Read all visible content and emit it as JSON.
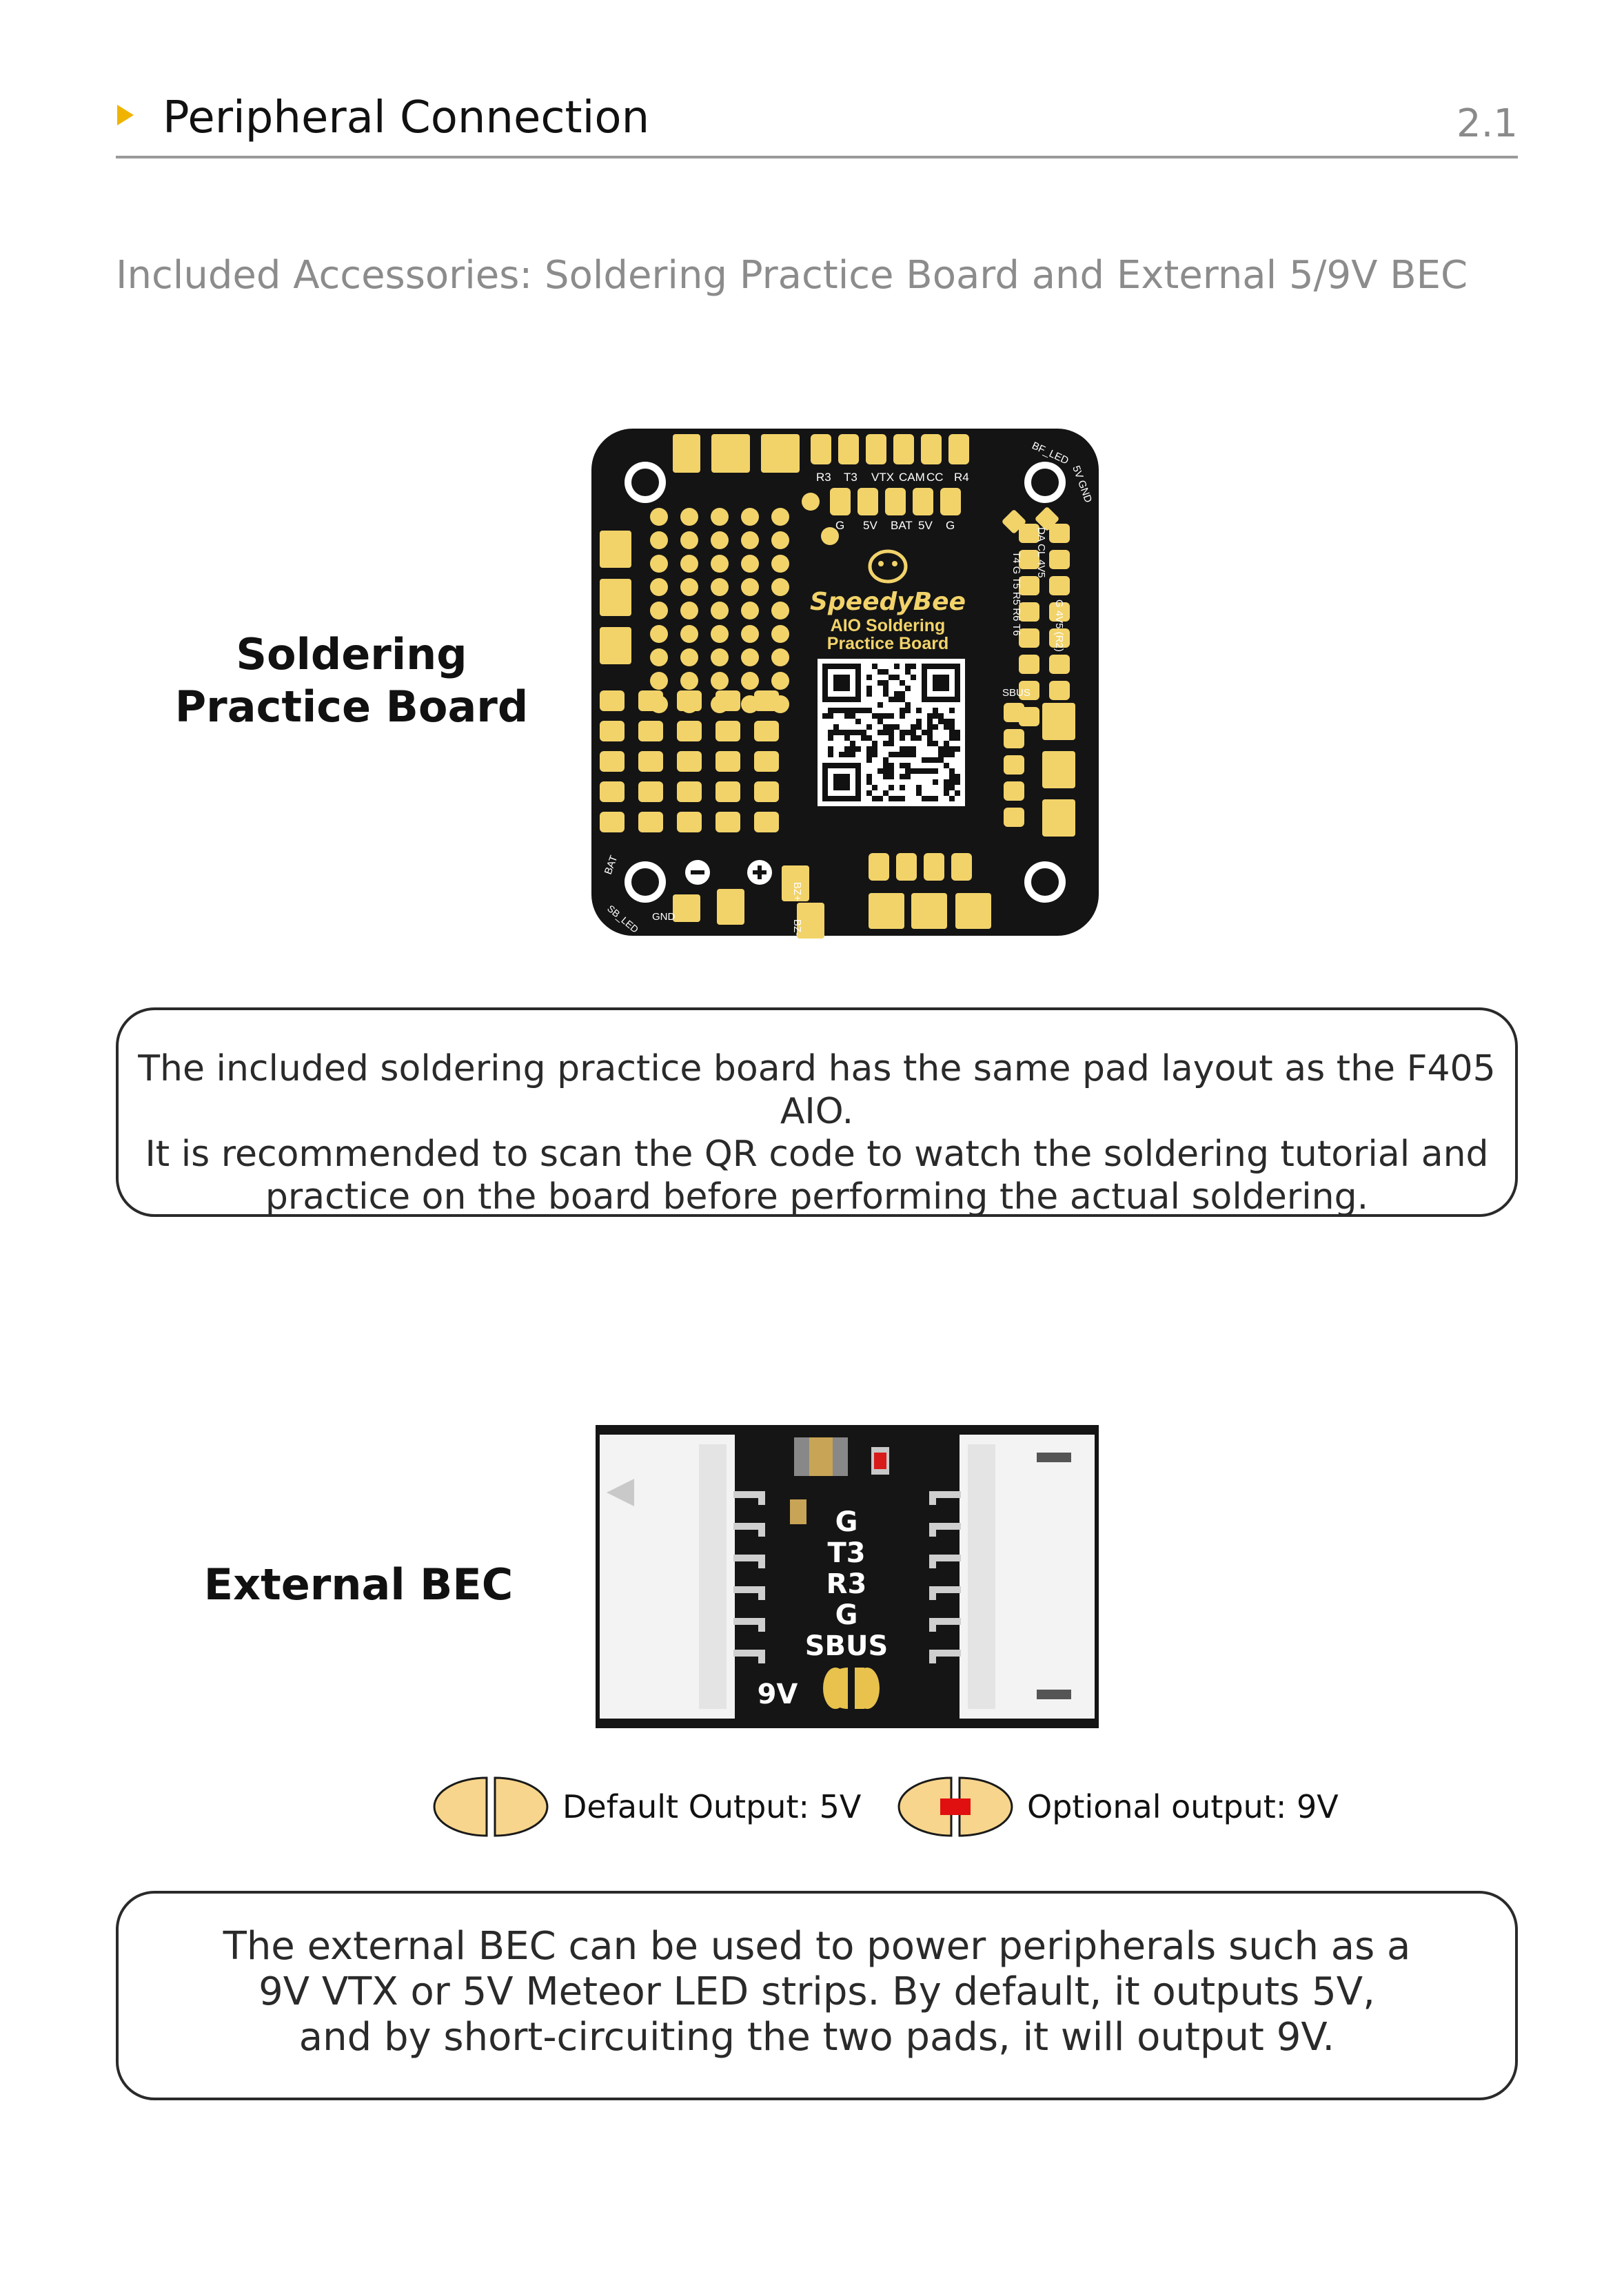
{
  "header": {
    "title": "Peripheral Connection",
    "page_number": "2.1"
  },
  "subtitle": "Included Accessories: Soldering Practice Board and External 5/9V BEC",
  "practice_board": {
    "label_line1": "Soldering",
    "label_line2": "Practice Board",
    "board_logo": "SpeedyBee",
    "board_text_line1": "AIO Soldering",
    "board_text_line2": "Practice Board",
    "silkscreen": {
      "top_row": [
        "R3",
        "T3",
        "VTX",
        "CAM",
        "CC",
        "R4"
      ],
      "second_row": [
        "G",
        "5V",
        "BAT",
        "5V",
        "G"
      ],
      "corner_top_right": "BF_LED",
      "right_col_a": [
        "5V",
        "GND"
      ],
      "right_col_b": [
        "DA",
        "CL",
        "4V5"
      ],
      "right_col_c": [
        "G",
        "4V5",
        "(R2)"
      ],
      "left_col": [
        "T4",
        "G",
        "T5",
        "R5",
        "R6",
        "T6"
      ],
      "sbus": "SBUS",
      "bottom_left_bat": "BAT",
      "bottom_left_led": "SB_LED",
      "bottom_gnd": "GND",
      "bz_plus": "BZ+",
      "bz_minus": "BZ-"
    },
    "description": [
      "The included soldering practice board has the same pad layout as the F405 AIO.",
      "It is recommended to scan the QR code to watch the soldering tutorial and",
      "practice on the board before performing the actual soldering."
    ]
  },
  "external_bec": {
    "label": "External BEC",
    "pin_labels": [
      "G",
      "T3",
      "R3",
      "G",
      "SBUS"
    ],
    "jumper_label": "9V",
    "legend": {
      "default": "Default Output: 5V",
      "optional": "Optional output: 9V"
    },
    "description": [
      "The external BEC can be used to power peripherals such as a",
      "9V VTX or 5V Meteor LED strips. By default, it outputs 5V,",
      "and by short-circuiting the two pads, it will output 9V."
    ]
  },
  "colors": {
    "accent_arrow": "#f0b400",
    "pcb": "#141414",
    "gold_pad": "#f2d36a",
    "pad_legend_fill": "#f7d58c",
    "short_red": "#e01010",
    "rule": "#9a9a9a",
    "box_border": "#2a2a2a"
  },
  "icons": {
    "header_bullet": "play-triangle-icon",
    "legend_default": "split-pad-open-icon",
    "legend_optional": "split-pad-shorted-icon"
  }
}
